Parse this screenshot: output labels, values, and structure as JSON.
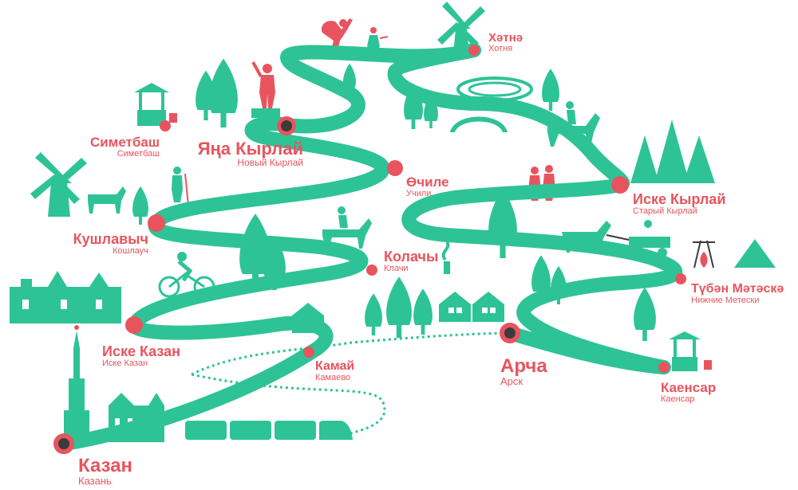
{
  "colors": {
    "road": "#2ec397",
    "accent": "#e8545e",
    "dark": "#3b3b3b",
    "bg": "#ffffff"
  },
  "places": {
    "hatne": {
      "primary": "Хәтнә",
      "secondary": "Хотня"
    },
    "simetbash": {
      "primary": "Симетбаш",
      "secondary": "Симетбаш"
    },
    "yana_kyrlay": {
      "primary": "Яңа Кырлай",
      "secondary": "Новый Кырлай"
    },
    "ochile": {
      "primary": "Өчиле",
      "secondary": "Учили"
    },
    "iske_kyrlay": {
      "primary": "Иске Кырлай",
      "secondary": "Старый Кырлай"
    },
    "kushlavych": {
      "primary": "Кушлавыч",
      "secondary": "Кошлауч"
    },
    "kolachy": {
      "primary": "Колачы",
      "secondary": "Клачи"
    },
    "tuben_metesk": {
      "primary": "Түбән Мәтәскә",
      "secondary": "Нижние Метески"
    },
    "iske_kazan": {
      "primary": "Иске Казан",
      "secondary": "Иске Казан"
    },
    "kamay": {
      "primary": "Камай",
      "secondary": "Камаево"
    },
    "archa": {
      "primary": "Арча",
      "secondary": "Арск"
    },
    "kaensar": {
      "primary": "Каенсар",
      "secondary": "Каенсар"
    },
    "kazan": {
      "primary": "Казан",
      "secondary": "Казань"
    }
  },
  "icons": [
    "windmill-icon",
    "dancer-icon",
    "jester-icon",
    "wishing-well-icon",
    "hiker-icon",
    "waving-man-icon",
    "goat-icon",
    "cyclist-icon",
    "horse-rider-icon",
    "cart-horse-icon",
    "tent-icon",
    "campfire-icon",
    "kremlin-icon",
    "train-icon",
    "bridge-icon",
    "lake-icon",
    "tree-icon",
    "house-icon",
    "railway-icon"
  ]
}
